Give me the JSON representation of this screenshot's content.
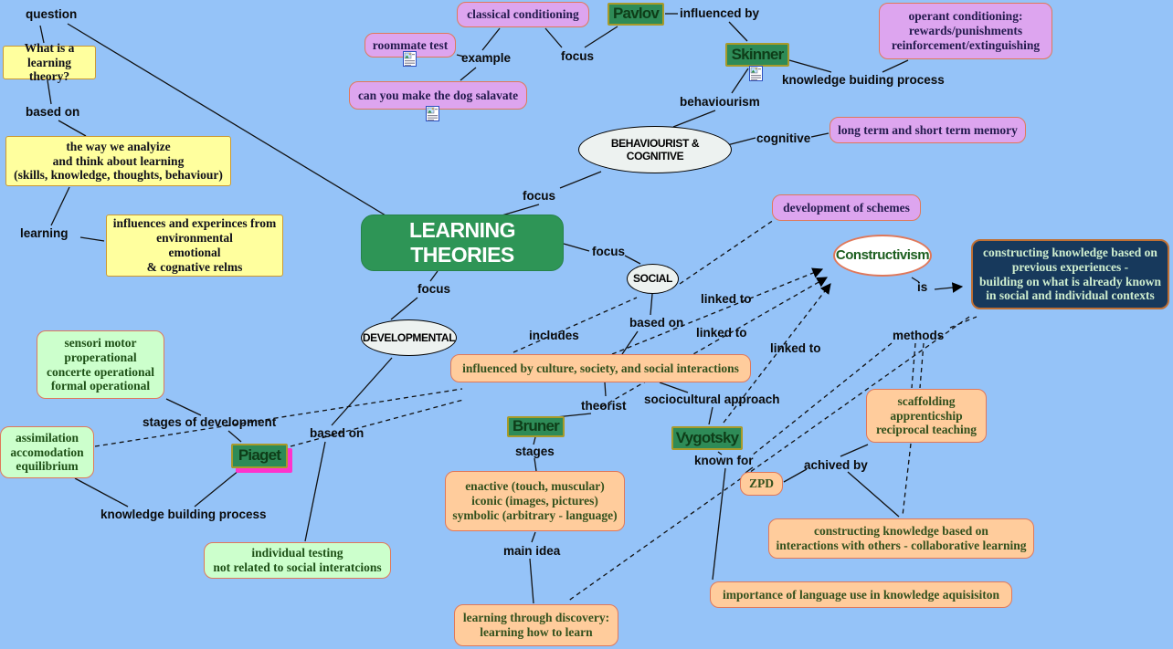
{
  "colors": {
    "background": "#95c3f8",
    "concept_green": "#2e8b57",
    "yellow_box": "#ffff9e",
    "violet_box": "#dda5ef",
    "orange_box": "#ffcc9c",
    "light_green_box": "#ccffcc",
    "navy_box": "#17395c",
    "selection_magenta": "#ff33cc"
  },
  "icons": {
    "resource": "image-resource-icon"
  },
  "nodes": {
    "what_is": "What is a\nlearning theory?",
    "way_we_analyize": "the way we analyize\nand think about learning\n(skills, knowledge, thoughts, behaviour)",
    "influences": "influences and experinces from\nenvironmental\nemotional\n& cognative relms",
    "roommate_test": "roommate test",
    "classical_conditioning": "classical conditioning",
    "can_you": "can you make the dog salavate",
    "operant": "operant conditioning:\nrewards/punishments\nreinforcement/extinguishing",
    "long_term": "long term and short term memory",
    "development_schemes": "development of schemes",
    "pavlov": "Pavlov",
    "skinner": "Skinner",
    "learning_theories": "LEARNING THEORIES",
    "behaviourist_cognitive": "BEHAVIOURIST & COGNITIVE",
    "social": "SOCIAL",
    "developmental": "DEVELOPMENTAL",
    "constructivism": "Constructivism",
    "constructing_prev": "constructing knowledge based on\nprevious experiences  -\nbuilding on what is already known\nin social and individual contexts",
    "sensori": "sensori motor\nproperational\nconcerte operational\nformal operational",
    "assimilation": "assimilation\naccomodation\nequilibrium",
    "piaget": "Piaget",
    "individual_testing": "individual testing\nnot related to social interatcions",
    "influenced_culture": "influenced by culture, society, and social interactions",
    "bruner": "Bruner",
    "enactive": "enactive (touch, muscular)\niconic (images, pictures)\nsymbolic (arbitrary - language)",
    "learning_discovery": "learning through discovery:\nlearning how to learn",
    "vygotsky": "Vygotsky",
    "zpd": "ZPD",
    "scaffolding": "scaffolding\napprenticship\nreciprocal teaching",
    "constructing_interactions": "constructing knowledge based on\ninteractions with others - collaborative learning",
    "importance_language": "importance of language use in knowledge aquisisiton"
  },
  "labels": {
    "question": "question",
    "based_on_1": "based on",
    "learning": "learning",
    "example": "example",
    "focus_1": "focus",
    "focus_2": "focus",
    "focus_3": "focus",
    "focus_4": "focus",
    "influenced_by": "influenced by",
    "behaviourism": "behaviourism",
    "knowledge_buiding": "knowledge buiding process",
    "cognitive": "cognitive",
    "includes": "includes",
    "based_on_2": "based on",
    "linked_to_1": "linked to",
    "linked_to_2": "linked to",
    "linked_to_3": "linked to",
    "is": "is",
    "methods": "methods",
    "stages_of_development": "stages of development",
    "based_on_3": "based on",
    "knowledge_building": "knowledge building process",
    "theorist": "theorist",
    "sociocultural": "sociocultural approach",
    "stages": "stages",
    "main_idea": "main idea",
    "known_for": "known for",
    "achived_by": "achived by"
  }
}
